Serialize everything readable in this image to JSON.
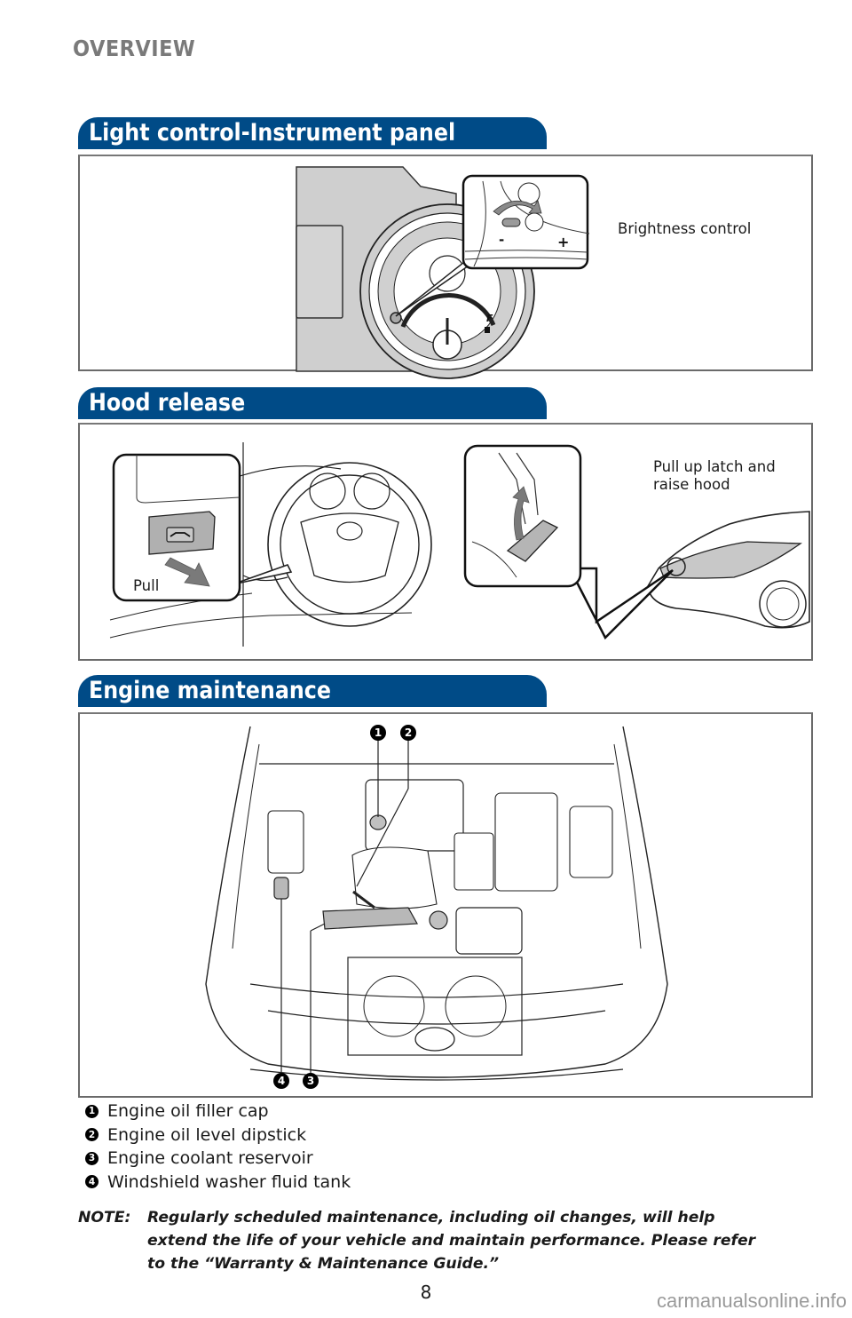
{
  "page": {
    "heading": "OVERVIEW",
    "page_number": "8",
    "watermark": "carmanualsonline.info"
  },
  "sections": {
    "light_control": {
      "title": "Light control-Instrument panel",
      "labels": {
        "brightness": "Brightness control",
        "minus": "-",
        "plus": "+",
        "fuel_full": "F"
      }
    },
    "hood_release": {
      "title": "Hood release",
      "labels": {
        "pull": "Pull",
        "raise": "Pull up latch and raise hood",
        "raise_line1": "Pull up latch and",
        "raise_line2": "raise hood"
      }
    },
    "engine": {
      "title": "Engine maintenance",
      "callouts": [
        "1",
        "2",
        "3",
        "4"
      ],
      "legend": [
        {
          "number": "1",
          "text": "Engine oil filler cap"
        },
        {
          "number": "2",
          "text": "Engine oil level dipstick"
        },
        {
          "number": "3",
          "text": "Engine coolant reservoir"
        },
        {
          "number": "4",
          "text": "Windshield washer fluid tank"
        }
      ]
    }
  },
  "note": {
    "prefix": "NOTE:",
    "line1": "Regularly scheduled maintenance, including oil changes, will help",
    "line2": "extend the life of your vehicle and maintain performance. Please refer",
    "line3": "to the “Warranty & Maintenance Guide.”"
  },
  "colors": {
    "section_header": "#004b87",
    "heading_gray": "#7a7a7a",
    "illustration_fill": "#c8c8c8"
  }
}
